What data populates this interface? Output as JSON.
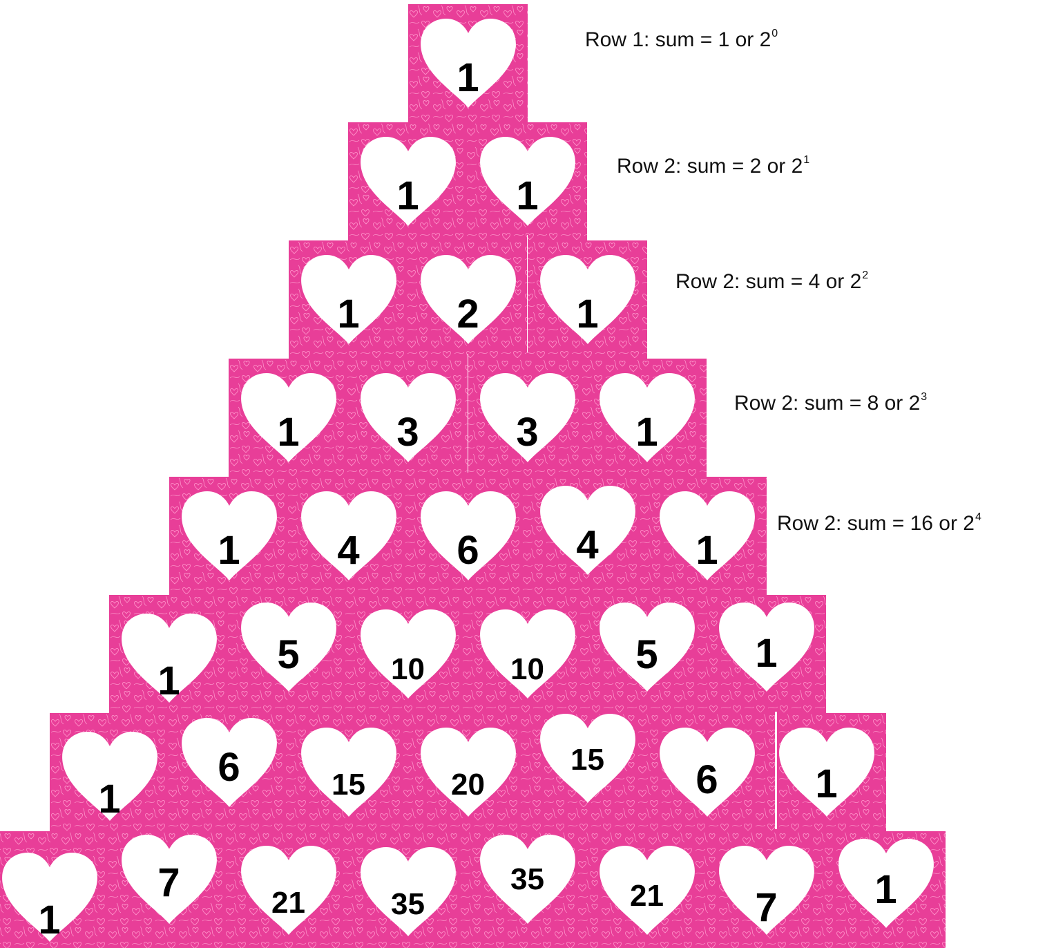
{
  "colors": {
    "tile": "#e83e98",
    "tile_texture": "#ff8fc8",
    "heart": "#ffffff",
    "number": "#000000",
    "divider": "#ffffff"
  },
  "rows": [
    {
      "values": [
        "1"
      ],
      "label": {
        "text": "Row 1:  sum = 1 or 2",
        "exp": "0"
      }
    },
    {
      "values": [
        "1",
        "1"
      ],
      "label": {
        "text": "Row 2:  sum = 2 or 2",
        "exp": "1"
      }
    },
    {
      "values": [
        "1",
        "2",
        "1"
      ],
      "label": {
        "text": "Row 2:  sum = 4 or 2",
        "exp": "2"
      }
    },
    {
      "values": [
        "1",
        "3",
        "3",
        "1"
      ],
      "label": {
        "text": "Row 2:  sum = 8 or 2",
        "exp": "3"
      }
    },
    {
      "values": [
        "1",
        "4",
        "6",
        "4",
        "1"
      ],
      "label": {
        "text": "Row 2:  sum = 16 or 2",
        "exp": "4"
      }
    },
    {
      "values": [
        "1",
        "5",
        "10",
        "10",
        "5",
        "1"
      ]
    },
    {
      "values": [
        "1",
        "6",
        "15",
        "20",
        "15",
        "6",
        "1"
      ]
    },
    {
      "values": [
        "1",
        "7",
        "21",
        "35",
        "35",
        "21",
        "7",
        "1"
      ]
    }
  ]
}
